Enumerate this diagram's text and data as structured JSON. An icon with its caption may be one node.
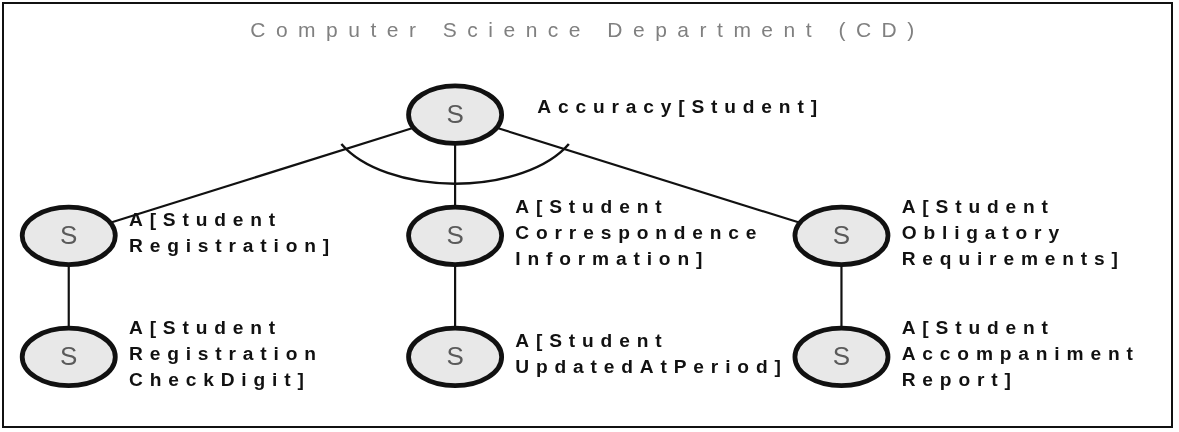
{
  "diagram": {
    "title": "Computer Science Department (CD)",
    "nodes": [
      {
        "text": [
          "S"
        ],
        "beside": [
          "Accuracy[Student]"
        ]
      },
      {
        "text": [
          "S"
        ],
        "beside": [
          "A[Student Registration]"
        ]
      },
      {
        "text": [
          "S"
        ],
        "beside": [
          "A[Student Correspondence Information]"
        ]
      },
      {
        "text": [
          "S"
        ],
        "beside": [
          "A[Student Obligatory Requirements]"
        ]
      },
      {
        "text": [
          "S"
        ],
        "beside": [
          "A[Student Registration CheckDigit]"
        ]
      },
      {
        "text": [
          "S"
        ],
        "beside": [
          "A[Student UpdatedAtPeriod]"
        ]
      },
      {
        "text": [
          "S"
        ],
        "beside": [
          "A[Student Accompaniment Report]"
        ]
      }
    ],
    "edges": [
      {
        "from": 0,
        "to": 1,
        "arrow": "none"
      },
      {
        "from": 0,
        "to": 2,
        "arrow": "none"
      },
      {
        "from": 0,
        "to": 3,
        "arrow": "none"
      },
      {
        "from": 1,
        "to": 4,
        "arrow": "none"
      },
      {
        "from": 2,
        "to": 5,
        "arrow": "none"
      },
      {
        "from": 3,
        "to": 6,
        "arrow": "none"
      }
    ]
  }
}
